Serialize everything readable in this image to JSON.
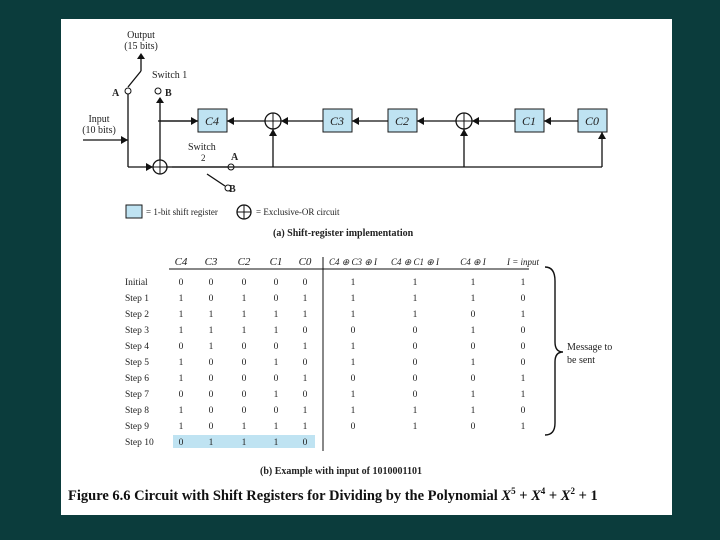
{
  "circuit": {
    "output_label": "Output",
    "output_bits": "(15 bits)",
    "switch1_label": "Switch 1",
    "switch2_label": "Switch",
    "switch2_number": "2",
    "pos_a": "A",
    "pos_b": "B",
    "input_label": "Input",
    "input_bits": "(10 bits)",
    "registers": [
      "C4",
      "C3",
      "C2",
      "C1",
      "C0"
    ],
    "legend_register": "= 1-bit shift register",
    "legend_xor": "= Exclusive-OR circuit",
    "caption_a": "(a) Shift-register implementation"
  },
  "table": {
    "headers": [
      "C4",
      "C3",
      "C2",
      "C1",
      "C0",
      "C4 ⊕ C3 ⊕ I",
      "C4 ⊕ C1 ⊕ I",
      "C4 ⊕ I",
      "I = input"
    ],
    "rows": [
      {
        "label": "Initial",
        "values": [
          "0",
          "0",
          "0",
          "0",
          "0",
          "1",
          "1",
          "1",
          "1"
        ]
      },
      {
        "label": "Step 1",
        "values": [
          "1",
          "0",
          "1",
          "0",
          "1",
          "1",
          "1",
          "1",
          "0"
        ]
      },
      {
        "label": "Step 2",
        "values": [
          "1",
          "1",
          "1",
          "1",
          "1",
          "1",
          "1",
          "0",
          "1"
        ]
      },
      {
        "label": "Step 3",
        "values": [
          "1",
          "1",
          "1",
          "1",
          "0",
          "0",
          "0",
          "1",
          "0"
        ]
      },
      {
        "label": "Step 4",
        "values": [
          "0",
          "1",
          "0",
          "0",
          "1",
          "1",
          "0",
          "0",
          "0"
        ]
      },
      {
        "label": "Step 5",
        "values": [
          "1",
          "0",
          "0",
          "1",
          "0",
          "1",
          "0",
          "1",
          "0"
        ]
      },
      {
        "label": "Step 6",
        "values": [
          "1",
          "0",
          "0",
          "0",
          "1",
          "0",
          "0",
          "0",
          "1"
        ]
      },
      {
        "label": "Step 7",
        "values": [
          "0",
          "0",
          "0",
          "1",
          "0",
          "1",
          "0",
          "1",
          "1"
        ]
      },
      {
        "label": "Step 8",
        "values": [
          "1",
          "0",
          "0",
          "0",
          "1",
          "1",
          "1",
          "1",
          "0"
        ]
      },
      {
        "label": "Step 9",
        "values": [
          "1",
          "0",
          "1",
          "1",
          "1",
          "0",
          "1",
          "0",
          "1"
        ]
      },
      {
        "label": "Step 10",
        "values": [
          "0",
          "1",
          "1",
          "1",
          "0",
          "",
          "",
          "",
          ""
        ]
      }
    ],
    "brace_label": [
      "Message to",
      "be sent"
    ],
    "caption_b": "(b) Example with input of 1010001101"
  },
  "figure_caption": {
    "prefix": "Figure 6.6  Circuit with Shift Registers for Dividing by the Polynomial ",
    "x": "X",
    "e5": "5",
    "e4": "4",
    "e2": "2",
    "plus": " + ",
    "one": "1"
  },
  "colors": {
    "background": "#0b3c3c",
    "register_fill": "#bfe3f2",
    "highlight_row": "#bfe3f2"
  }
}
